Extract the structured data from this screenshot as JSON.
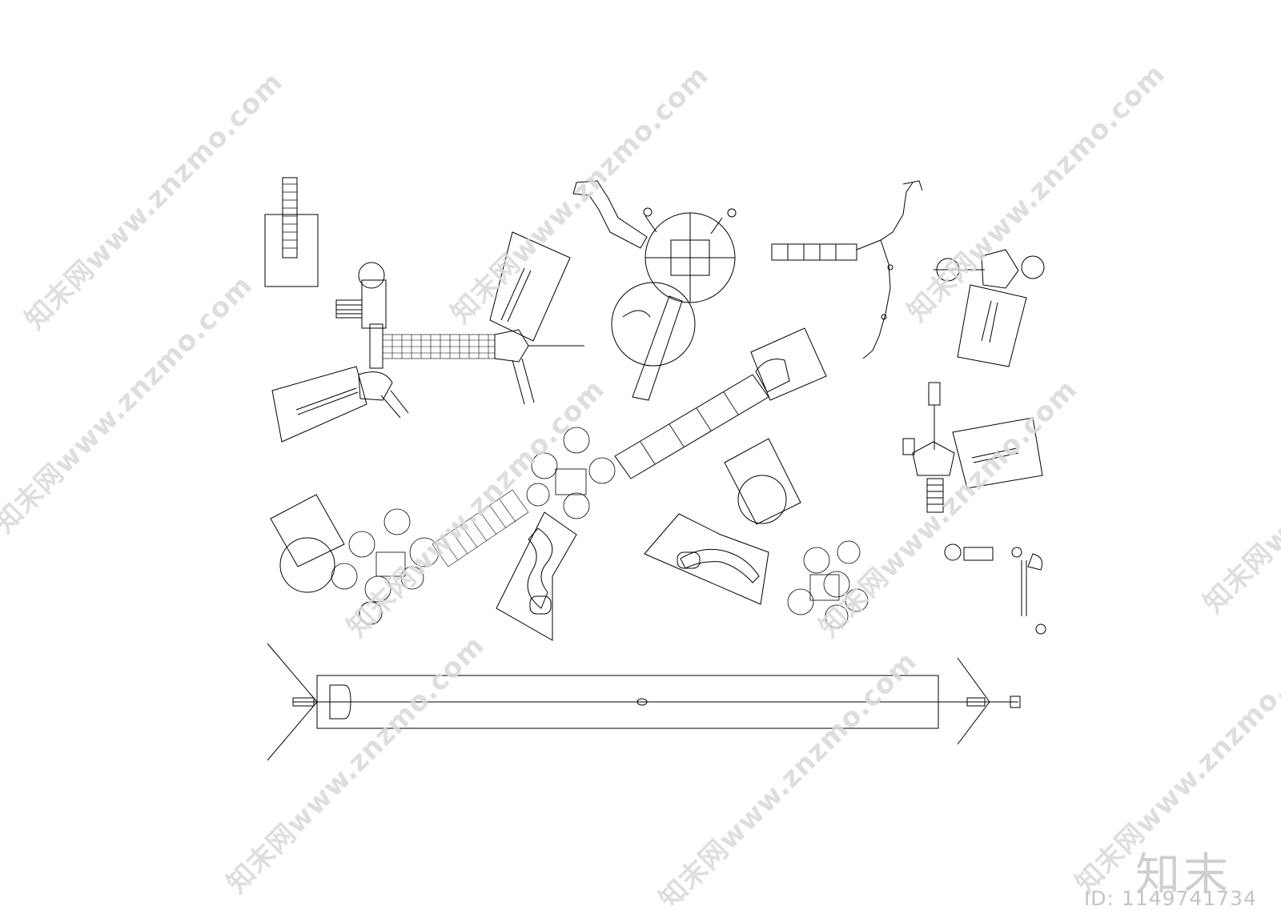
{
  "watermark": {
    "text": "知末网www.znzmo.com",
    "color": "#d9d9d9"
  },
  "logo": {
    "brand": "知末",
    "id_label": "ID: 1149741734"
  },
  "drawing": {
    "line_color": "#000000",
    "components": [
      "ladder-plan",
      "tube-bridge-play-structure",
      "octagon-deck-slide-structure",
      "rope-climber-chain",
      "small-deck-slide-structure",
      "long-tube-slide-play-structure",
      "spiral-slide-play-structure",
      "tower-ladder-slide-structure",
      "spring-rider-set",
      "zipline-plan"
    ]
  }
}
